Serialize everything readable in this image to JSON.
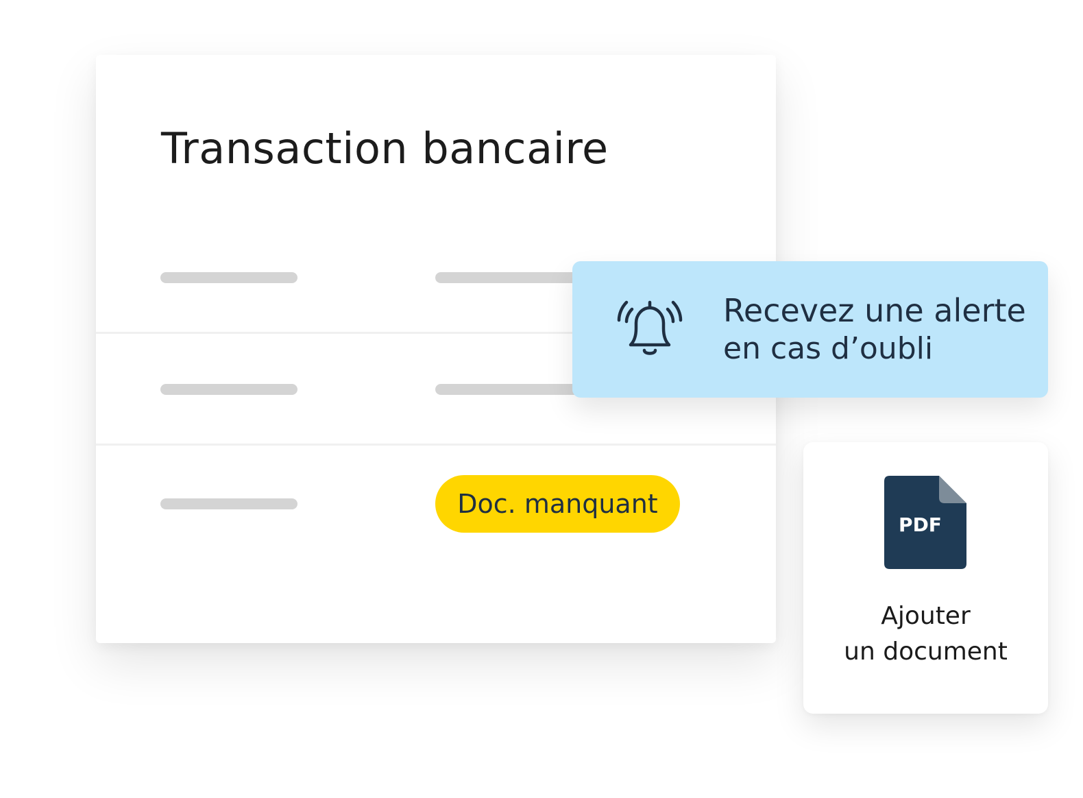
{
  "transaction_card": {
    "title": "Transaction bancaire",
    "rows": [
      {
        "status": ""
      },
      {
        "status": ""
      },
      {
        "status": "Doc. manquant"
      }
    ]
  },
  "alert": {
    "icon": "bell-ringing-icon",
    "line1": "Recevez une alerte",
    "line2": "en cas d’oubli"
  },
  "add_document": {
    "icon": "pdf-file-icon",
    "icon_label": "PDF",
    "line1": "Ajouter",
    "line2": "un document"
  },
  "colors": {
    "badge": "#ffd600",
    "alert_bg": "#bde6fb",
    "ink": "#1f2f42",
    "pdf_icon": "#1f3b55"
  }
}
